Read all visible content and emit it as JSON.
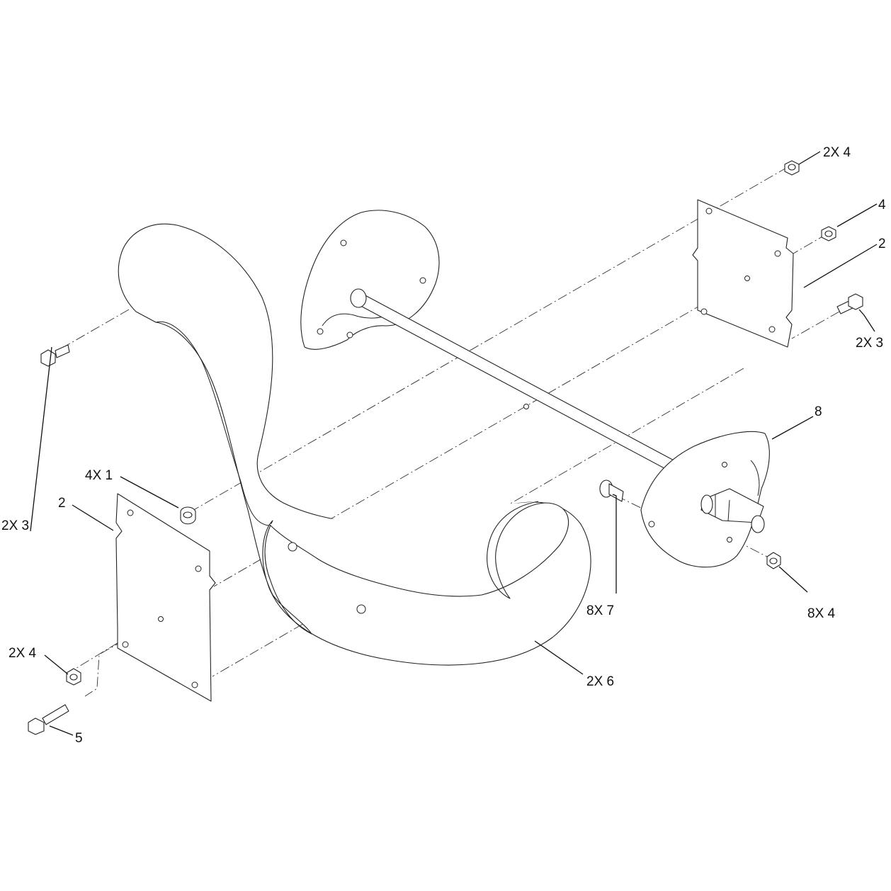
{
  "callouts": {
    "c1": "2X 4",
    "c2": "4",
    "c3": "2",
    "c4": "2X 3",
    "c5": "8",
    "c6": "4X 1",
    "c7": "2",
    "c8": "2X 3",
    "c9": "8X 7",
    "c10": "8X 4",
    "c11": "2X 4",
    "c12": "2X 6",
    "c13": "5"
  }
}
